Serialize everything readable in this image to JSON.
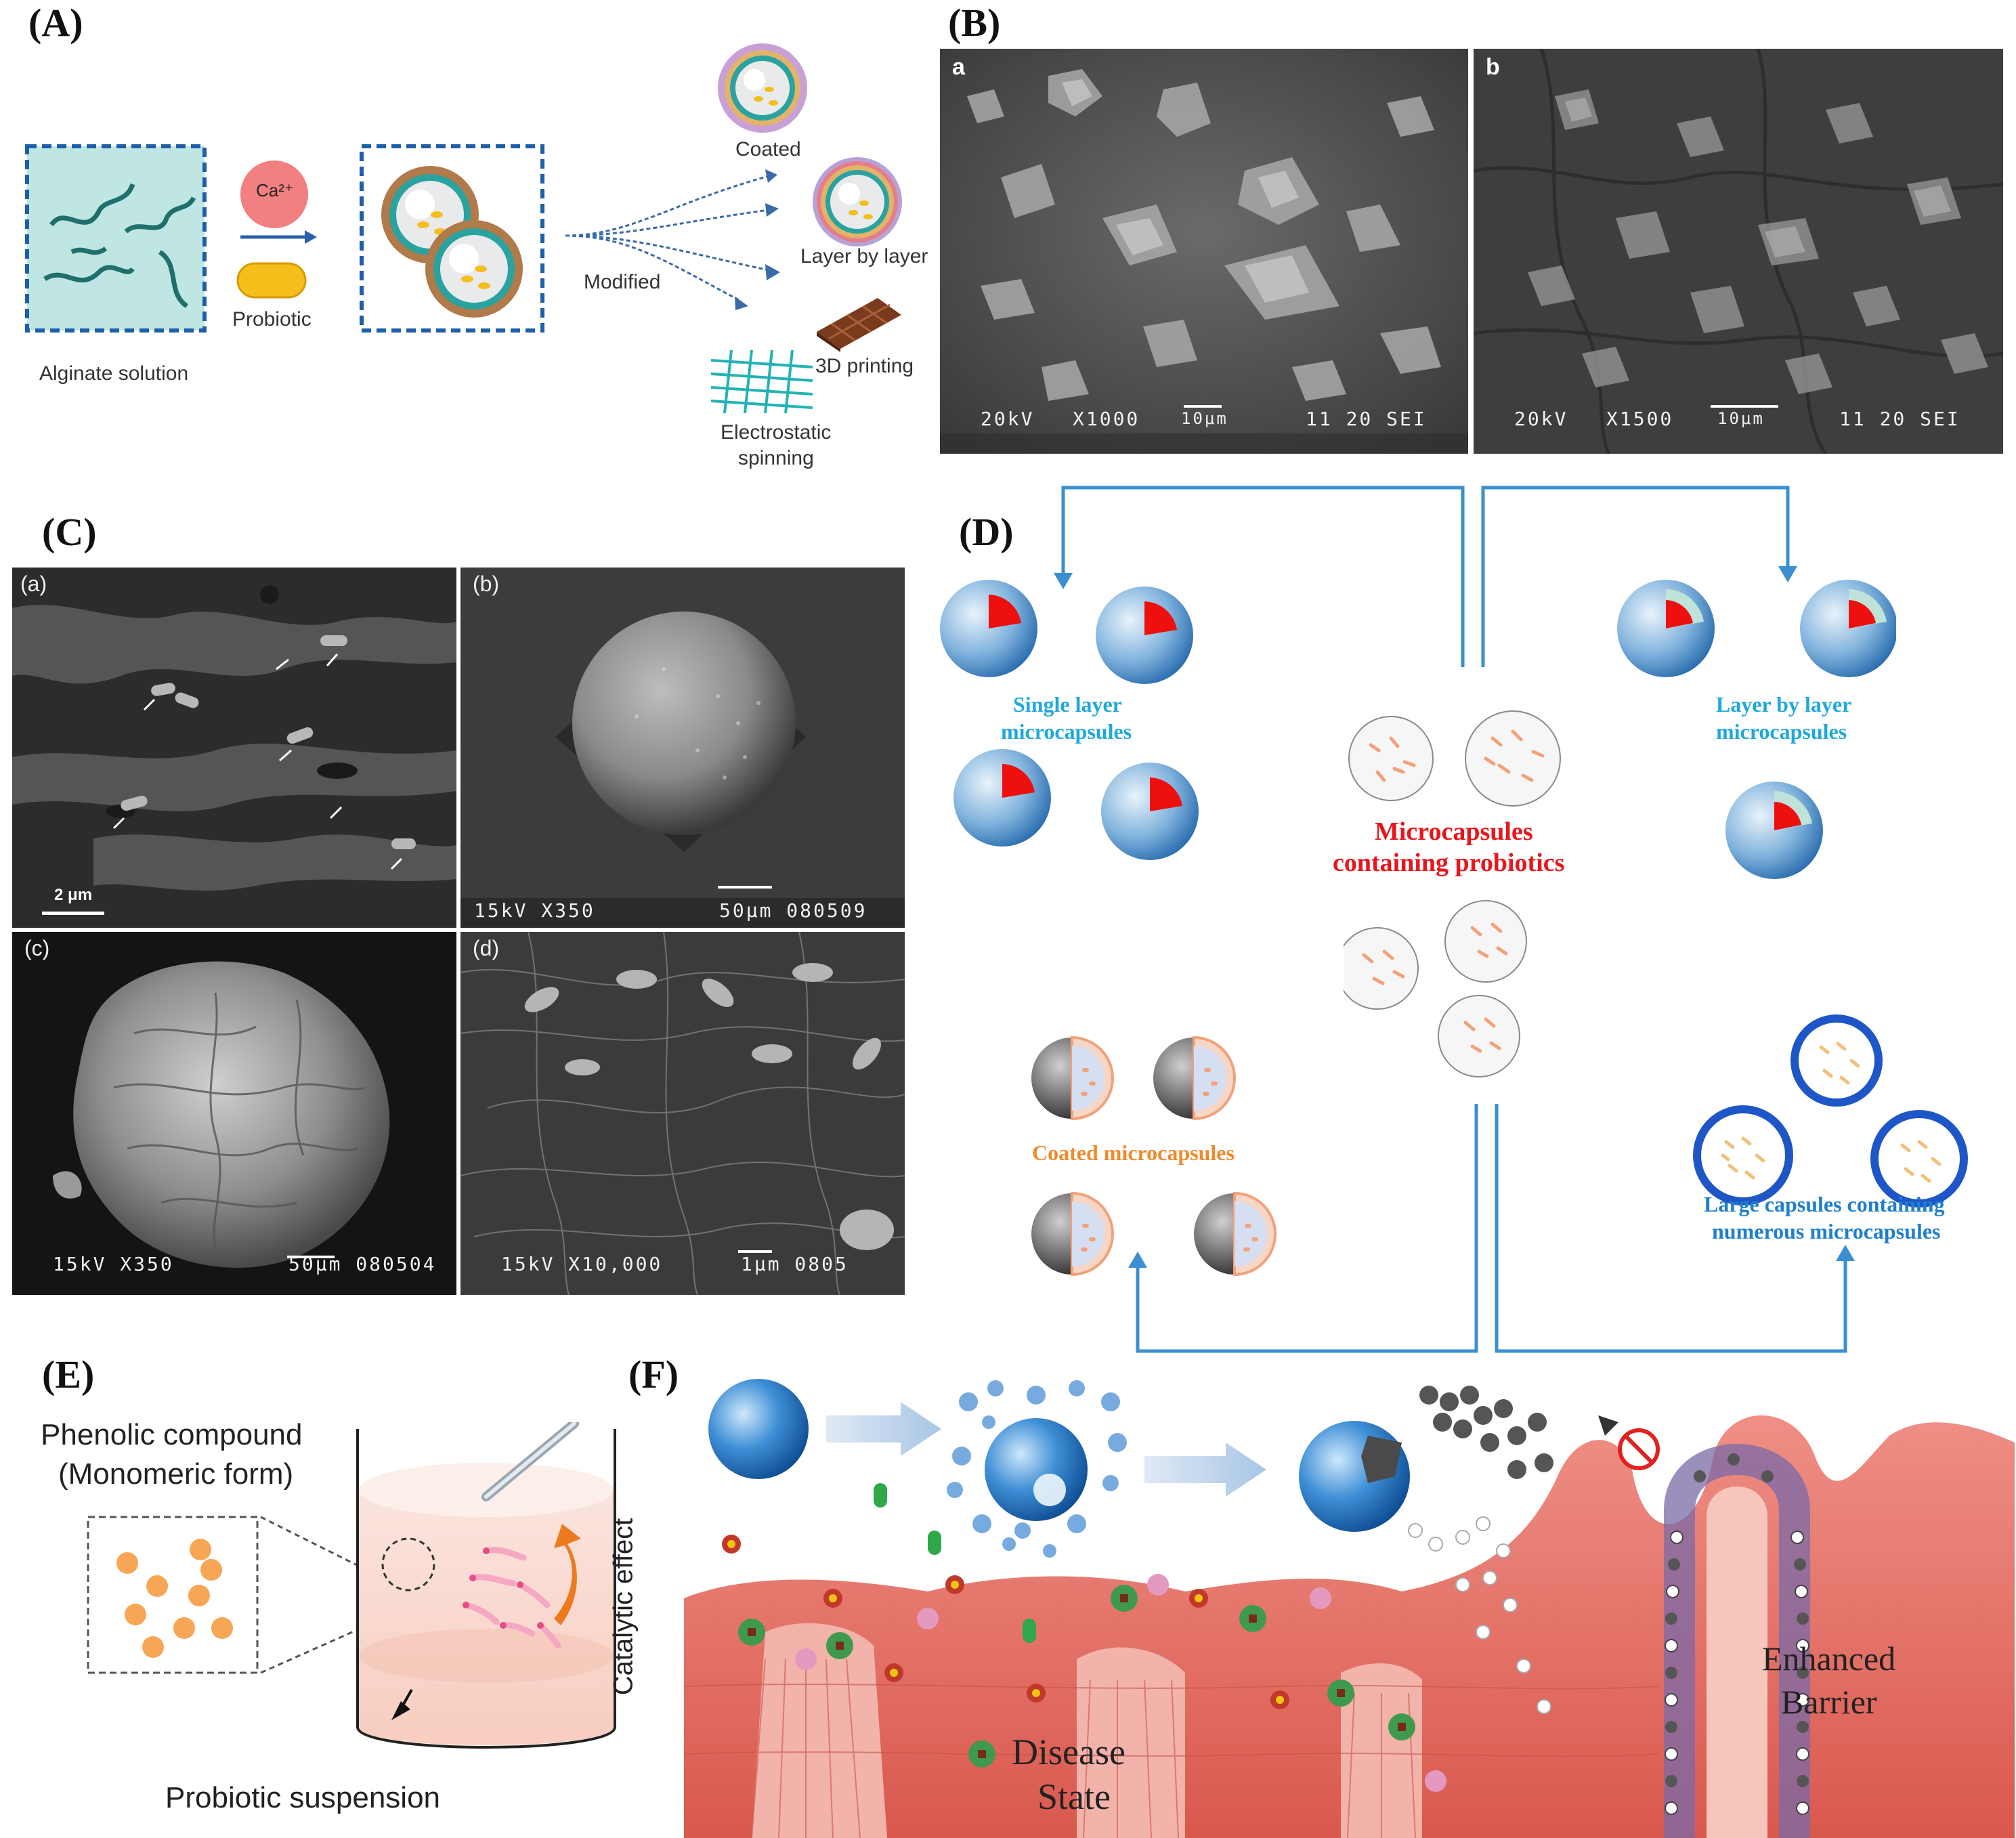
{
  "panels": {
    "A": {
      "label": "(A)",
      "alginate_label": "Alginate solution",
      "ion_label": "Ca²⁺",
      "probiotic_label": "Probiotic",
      "modified_label": "Modified",
      "coated_label": "Coated",
      "lbl_label": "Layer by layer",
      "printing_label": "3D printing",
      "spinning_label_1": "Electrostatic",
      "spinning_label_2": "spinning"
    },
    "B": {
      "label": "(B)",
      "a": {
        "corner": "a",
        "kv": "20kV",
        "mag": "X1000",
        "scale": "10μm",
        "code": "11 20 SEI"
      },
      "b": {
        "corner": "b",
        "kv": "20kV",
        "mag": "X1500",
        "scale": "10μm",
        "code": "11 20 SEI"
      }
    },
    "C": {
      "label": "(C)",
      "a": {
        "corner": "(a)",
        "scale": "2 μm"
      },
      "b": {
        "corner": "(b)",
        "info": "15kV  X350",
        "scale": "50μm  080509"
      },
      "c": {
        "corner": "(c)",
        "info": "15kV  X350",
        "scale": "50μm  080504"
      },
      "d": {
        "corner": "(d)",
        "info": "15kV  X10,000",
        "scale": "1μm  0805"
      }
    },
    "D": {
      "label": "(D)",
      "single_1": "Single  layer",
      "single_2": "microcapsules",
      "lbl_1": "Layer by layer",
      "lbl_2": "microcapsules",
      "center_1": "Microcapsules",
      "center_2": "containing probiotics",
      "coated": "Coated microcapsules",
      "large_1": "Large capsules  containing",
      "large_2": "numerous microcapsules"
    },
    "E": {
      "label": "(E)",
      "phenolic_1": "Phenolic compound",
      "phenolic_2": "(Monomeric form)",
      "suspension": "Probiotic suspension"
    },
    "F": {
      "label": "(F)",
      "catalytic": "Catalytic effect",
      "disease_1": "Disease",
      "disease_2": "State",
      "barrier_1": "Enhanced",
      "barrier_2": "Barrier"
    }
  },
  "colors": {
    "arrow_blue": "#3b8fd0",
    "label_cyan": "#1fa8dc",
    "label_red": "#e8161b",
    "label_orange": "#f08a2a",
    "label_blue": "#1e7fcf"
  }
}
